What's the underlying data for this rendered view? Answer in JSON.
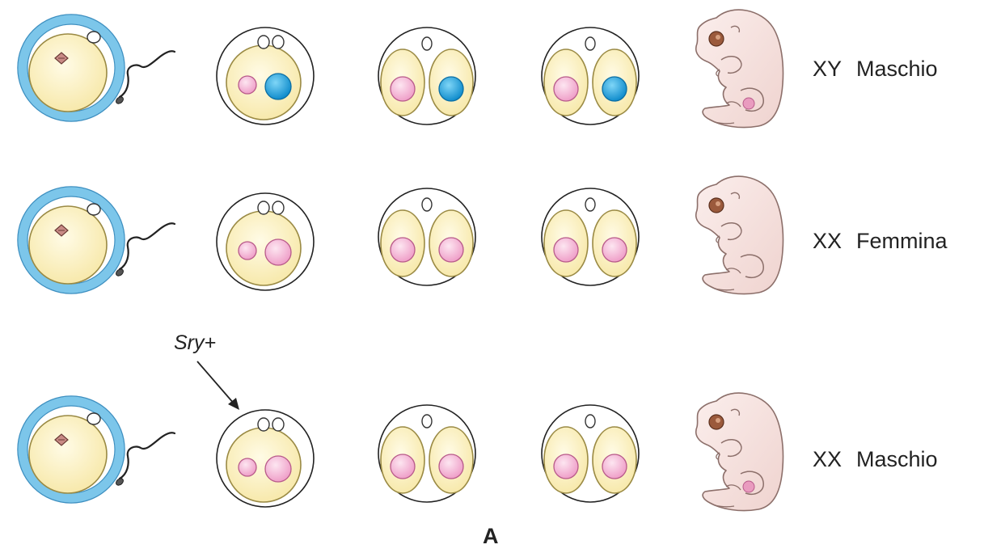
{
  "rows": [
    {
      "genotype": "XY",
      "phenotype": "Maschio",
      "second_nucleus": "blue"
    },
    {
      "genotype": "XX",
      "phenotype": "Femmina",
      "second_nucleus": "pink"
    },
    {
      "genotype": "XX",
      "phenotype": "Maschio",
      "second_nucleus": "pink"
    }
  ],
  "transgene_label": "Sry+",
  "panel_letter": "A",
  "colors": {
    "zona": "#7cc6ea",
    "cytoplasm": "#fbf1bd",
    "cell_outline": "#9a8a44",
    "nucleus_pink": "#f4b6d6",
    "nucleus_blue": "#29a6dd",
    "embryo": "#f7e2de",
    "embryo_outline": "#8c6f6a",
    "line": "#222222"
  }
}
